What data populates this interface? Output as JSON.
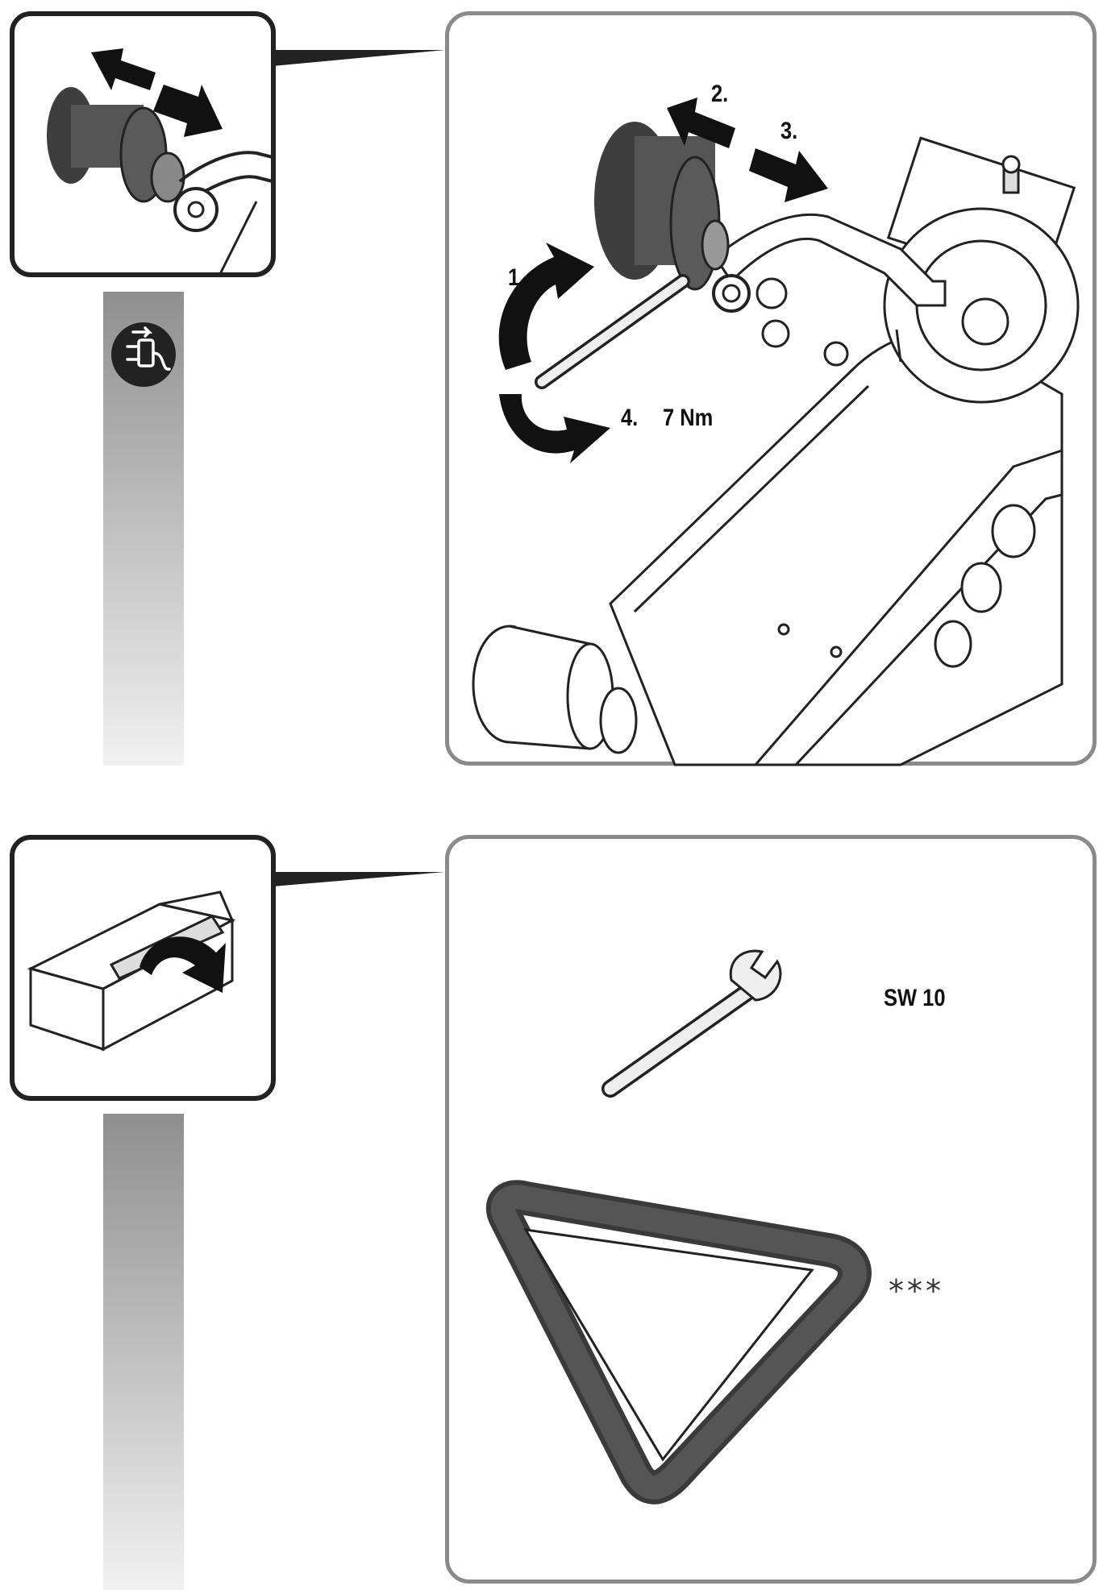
{
  "step1": {
    "labels": {
      "rotate_open": "1.",
      "pull_out": "2.",
      "push_in": "3.",
      "tighten": "4.",
      "torque": "7 Nm"
    },
    "icons": [
      "unplug-mains-icon"
    ]
  },
  "step2": {
    "wrench_size": "SW 10",
    "belt_note": "***",
    "icons": [
      "open-box-icon",
      "wrench-icon",
      "sanding-belt-icon"
    ]
  },
  "colors": {
    "frame_dark": "#222222",
    "frame_grey": "#8a8a8a",
    "roller_dark": "#4a4a4a",
    "arrow_black": "#111111"
  }
}
